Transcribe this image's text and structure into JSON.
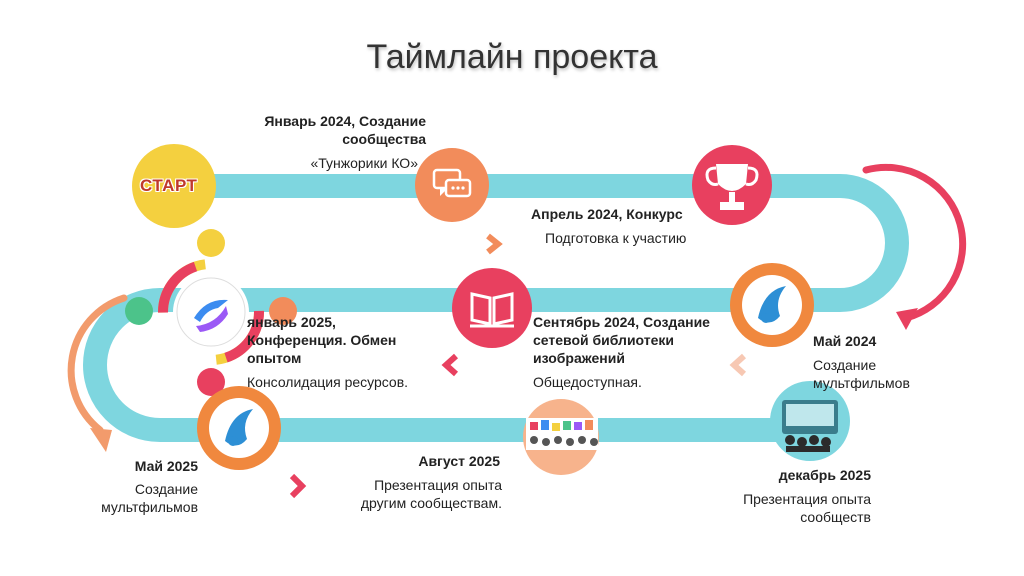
{
  "title": "Таймлайн проекта",
  "start_label": "СТАРТ",
  "colors": {
    "track": "#7ed6df",
    "coral": "#f28c5b",
    "red": "#e8405f",
    "yellow": "#f4d03f",
    "green": "#4cc38a",
    "badge_orange": "#f0883e",
    "badge_blue": "#2d8fd5"
  },
  "milestones": {
    "m1": {
      "title": "Январь 2024, Создание сообщества",
      "desc": "«Тунжорики КО»",
      "icon": "chat-icon"
    },
    "m2": {
      "title": "Апрель 2024, Конкурс",
      "desc": "Подготовка к участию",
      "icon": "trophy-icon"
    },
    "m3": {
      "title": "Май 2024",
      "desc": "Создание мультфильмов",
      "icon": "festival-badge-icon"
    },
    "m4": {
      "title": "Сентябрь 2024, Создание сетевой библиотеки изображений",
      "desc": "Общедоступная.",
      "icon": "book-icon"
    },
    "m5": {
      "title": "январь 2025, Конференция. Обмен опытом",
      "desc": "Консолидация ресурсов.",
      "icon": "people-circle-icon"
    },
    "m6": {
      "title": "Май 2025",
      "desc": "Создание мультфильмов",
      "icon": "festival-badge-icon"
    },
    "m7": {
      "title": "Август 2025",
      "desc": "Презентация опыта другим сообществам.",
      "icon": "presentation-icon"
    },
    "m8": {
      "title": "декабрь 2025",
      "desc": "Презентация опыта сообществ",
      "icon": "conference-icon"
    }
  }
}
